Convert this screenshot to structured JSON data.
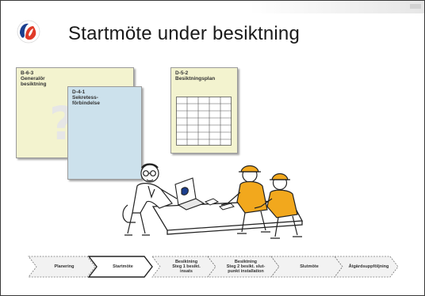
{
  "slide": {
    "title": "Startmöte under besiktning"
  },
  "documents": [
    {
      "code": "B-6-3",
      "name": "Generalör\nbesiktning"
    },
    {
      "code": "D-4-1",
      "name": "Sekretess-\nförbindelse"
    },
    {
      "code": "D-5-2",
      "name": "Besiktningsplan"
    }
  ],
  "process_steps": [
    {
      "label": "Planering",
      "active": false
    },
    {
      "label": "Startmöte",
      "active": true
    },
    {
      "label": "Besiktning\nSteg 1 besikt.\ninsats",
      "active": false
    },
    {
      "label": "Besiktning\nSteg 2 besikt. slut-\npunkt installation",
      "active": false
    },
    {
      "label": "Slutmöte",
      "active": false
    },
    {
      "label": "Åtgärdsuppföljning",
      "active": false
    }
  ],
  "colors": {
    "logo_blue": "#1c3f8f",
    "logo_red": "#e03a28",
    "doc_yellow": "#f3f3cf",
    "doc_blue": "#cce1ec",
    "chevron_gray": "#f2f2f2",
    "chevron_active": "#ffffff"
  },
  "icons": {
    "logo": "company-logo-icon",
    "illustration": "meeting-illustration"
  }
}
